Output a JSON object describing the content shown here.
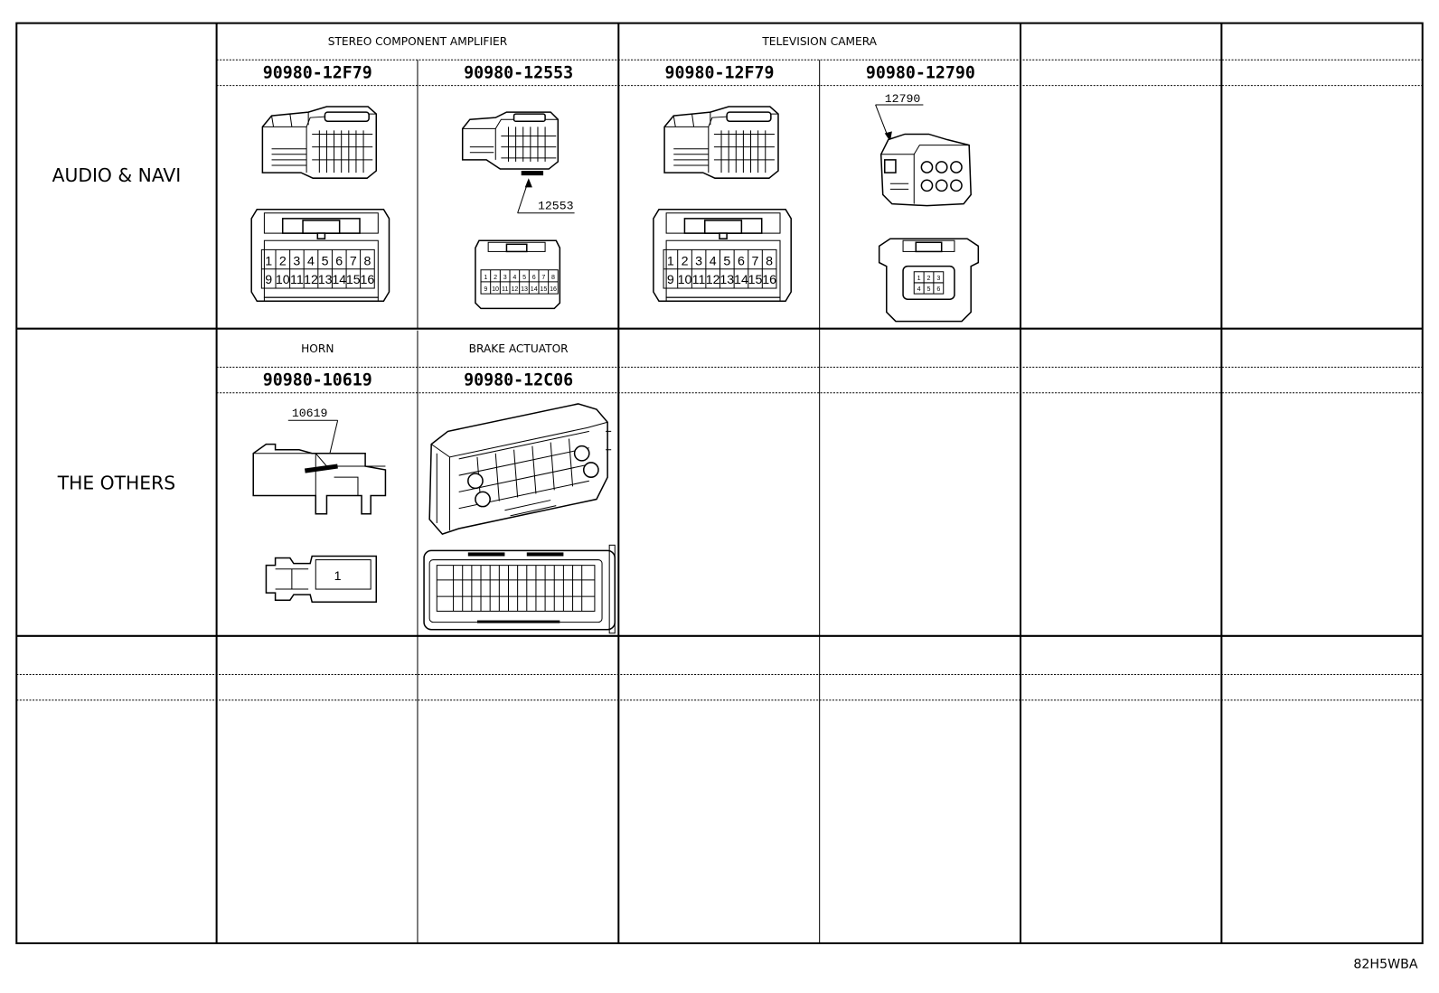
{
  "sections": {
    "audio_navi": "AUDIO & NAVI",
    "the_others": "THE OTHERS"
  },
  "groups": {
    "stereo_amp": "STEREO COMPONENT AMPLIFIER",
    "tv_camera": "TELEVISION CAMERA",
    "horn": "HORN",
    "brake_actuator": "BRAKE ACTUATOR"
  },
  "parts": {
    "p1": "90980-12F79",
    "p2": "90980-12553",
    "p3": "90980-12F79",
    "p4": "90980-12790",
    "p5": "90980-10619",
    "p6": "90980-12C06"
  },
  "callouts": {
    "c12553": "12553",
    "c12790": "12790",
    "c10619": "10619"
  },
  "pins_16": {
    "top": [
      "1",
      "2",
      "3",
      "4",
      "5",
      "6",
      "7",
      "8"
    ],
    "bottom": [
      "9",
      "10",
      "11",
      "12",
      "13",
      "14",
      "15",
      "16"
    ]
  },
  "pins_6": {
    "top": [
      "1",
      "2",
      "3"
    ],
    "bottom": [
      "4",
      "5",
      "6"
    ]
  },
  "horn_pin": "1",
  "footer_code": "82H5WBA"
}
